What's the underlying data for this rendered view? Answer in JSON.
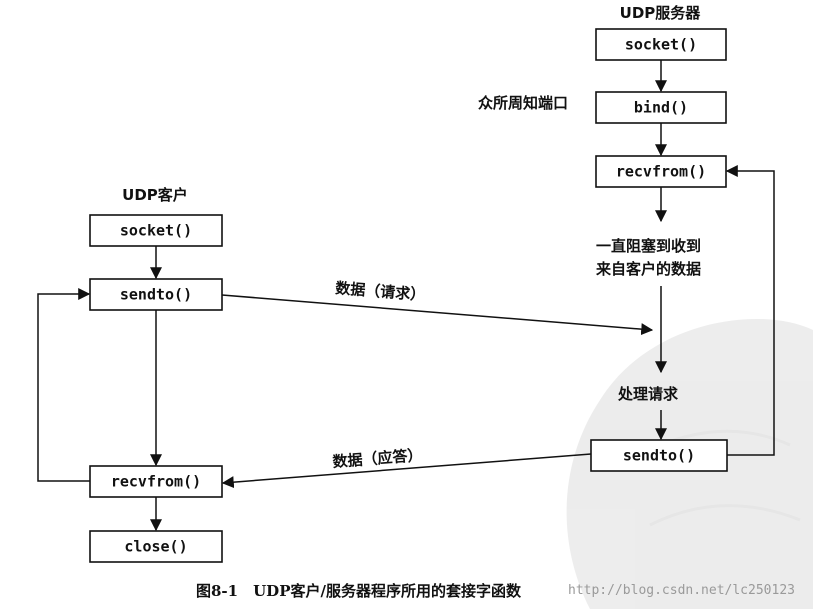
{
  "server": {
    "title": "UDP服务器",
    "socket": "socket()",
    "bind_note": "众所周知端口",
    "bind": "bind()",
    "recvfrom": "recvfrom()",
    "block_line1": "一直阻塞到收到",
    "block_line2": "来自客户的数据",
    "process": "处理请求",
    "sendto": "sendto()"
  },
  "client": {
    "title": "UDP客户",
    "socket": "socket()",
    "sendto": "sendto()",
    "recvfrom": "recvfrom()",
    "close": "close()"
  },
  "flows": {
    "request": "数据（请求）",
    "reply": "数据（应答）"
  },
  "caption": "图8-1　UDP客户/服务器程序所用的套接字函数",
  "watermark": "http://blog.csdn.net/lc250123",
  "colors": {
    "line": "#111111",
    "background": "#ffffff",
    "watermark": "#9a9a9a"
  }
}
